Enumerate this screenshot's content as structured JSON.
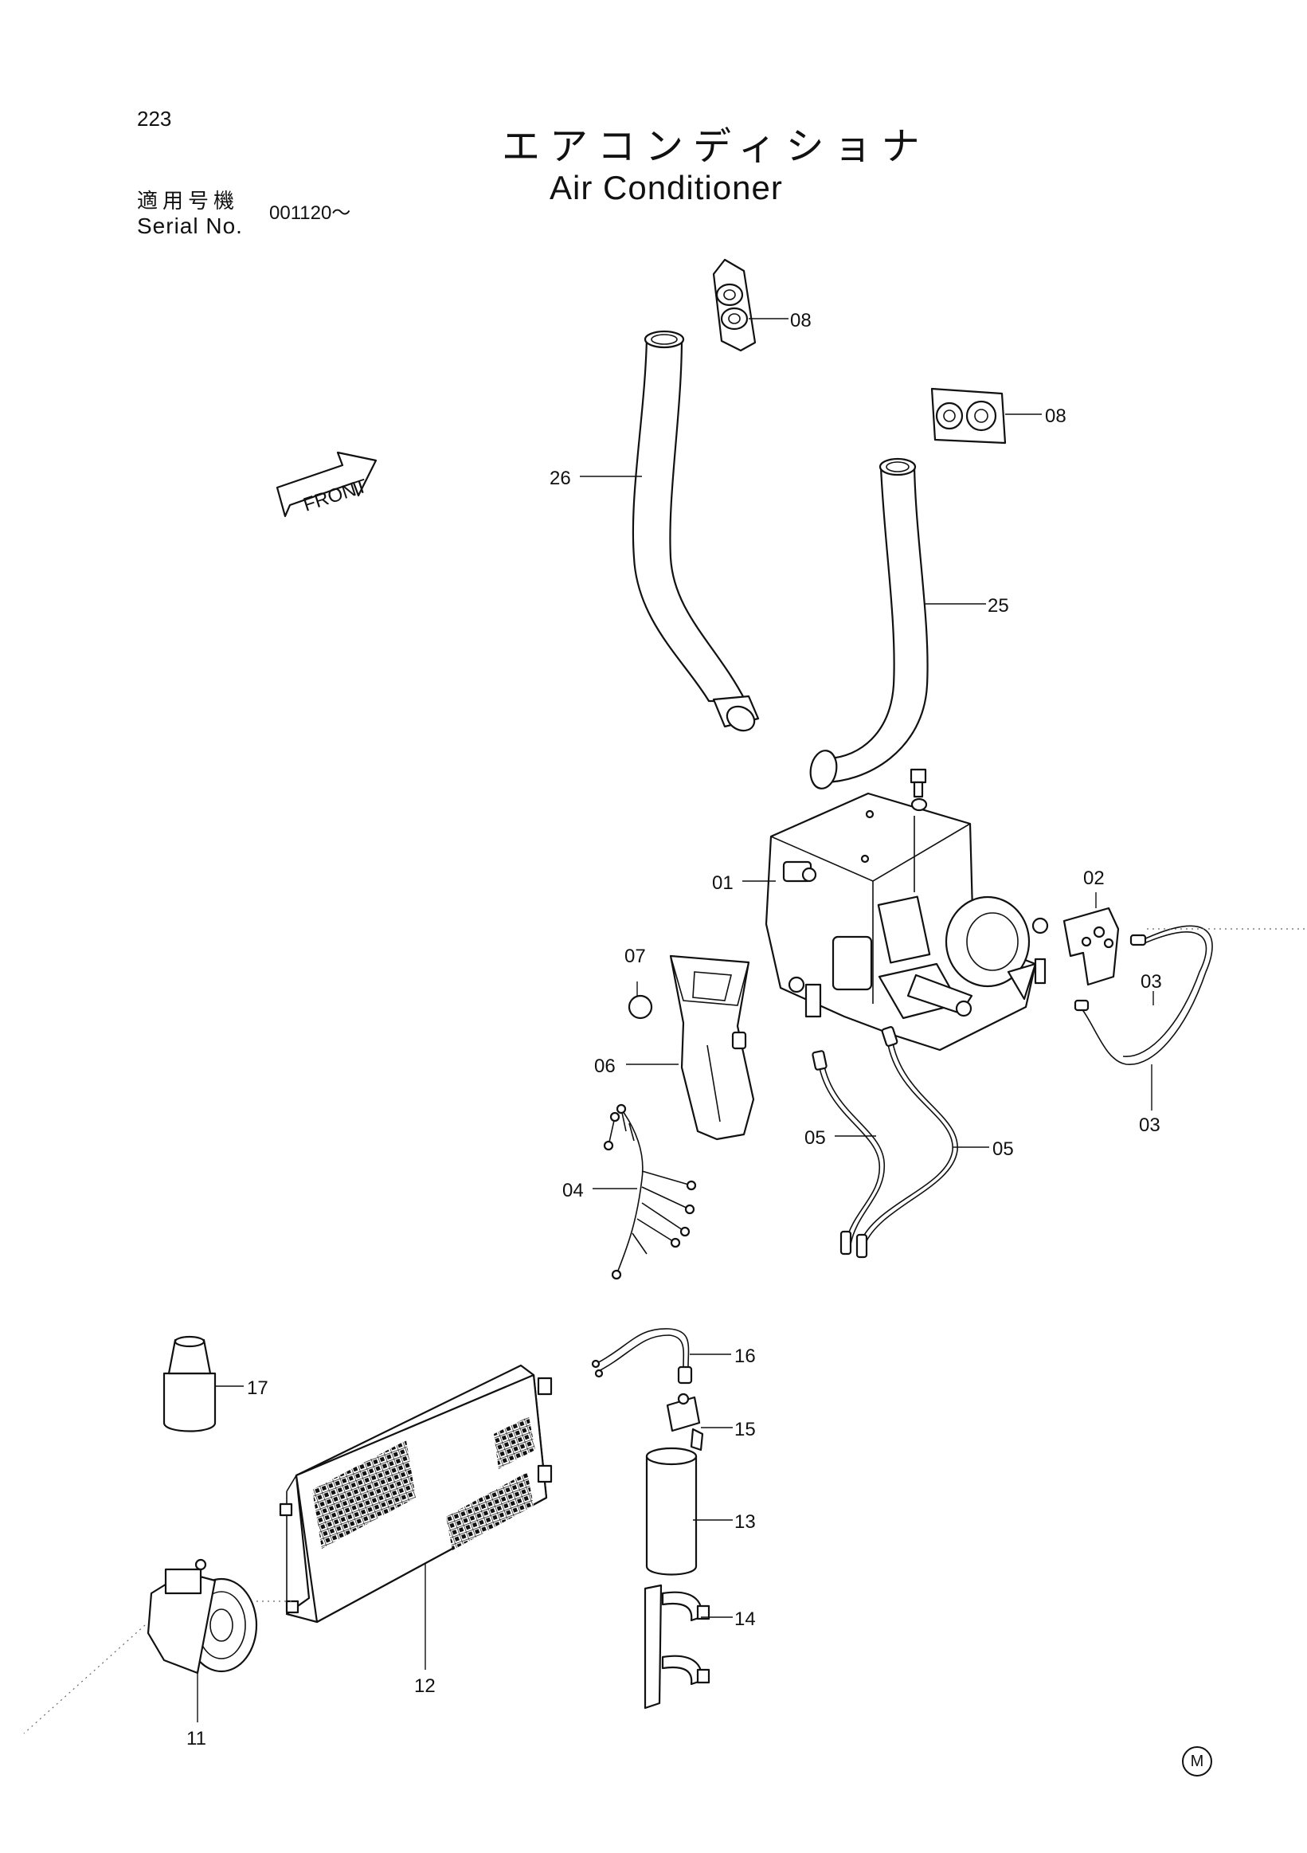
{
  "header": {
    "page_number": "223",
    "title_jp": "エアコンディショナ",
    "title_en": "Air  Conditioner",
    "serial_label_jp": "適用号機",
    "serial_label_en": "Serial No.",
    "serial_value": "001120～"
  },
  "front_arrow": {
    "label": "FRONT"
  },
  "callouts": [
    {
      "id": "08a",
      "text": "08"
    },
    {
      "id": "08b",
      "text": "08"
    },
    {
      "id": "26",
      "text": "26"
    },
    {
      "id": "25",
      "text": "25"
    },
    {
      "id": "01",
      "text": "01"
    },
    {
      "id": "02",
      "text": "02"
    },
    {
      "id": "03a",
      "text": "03"
    },
    {
      "id": "03b",
      "text": "03"
    },
    {
      "id": "07",
      "text": "07"
    },
    {
      "id": "06",
      "text": "06"
    },
    {
      "id": "05a",
      "text": "05"
    },
    {
      "id": "05b",
      "text": "05"
    },
    {
      "id": "04",
      "text": "04"
    },
    {
      "id": "16",
      "text": "16"
    },
    {
      "id": "15",
      "text": "15"
    },
    {
      "id": "17",
      "text": "17"
    },
    {
      "id": "13",
      "text": "13"
    },
    {
      "id": "14",
      "text": "14"
    },
    {
      "id": "12",
      "text": "12"
    },
    {
      "id": "11",
      "text": "11"
    }
  ],
  "footer": {
    "mark": "M"
  }
}
